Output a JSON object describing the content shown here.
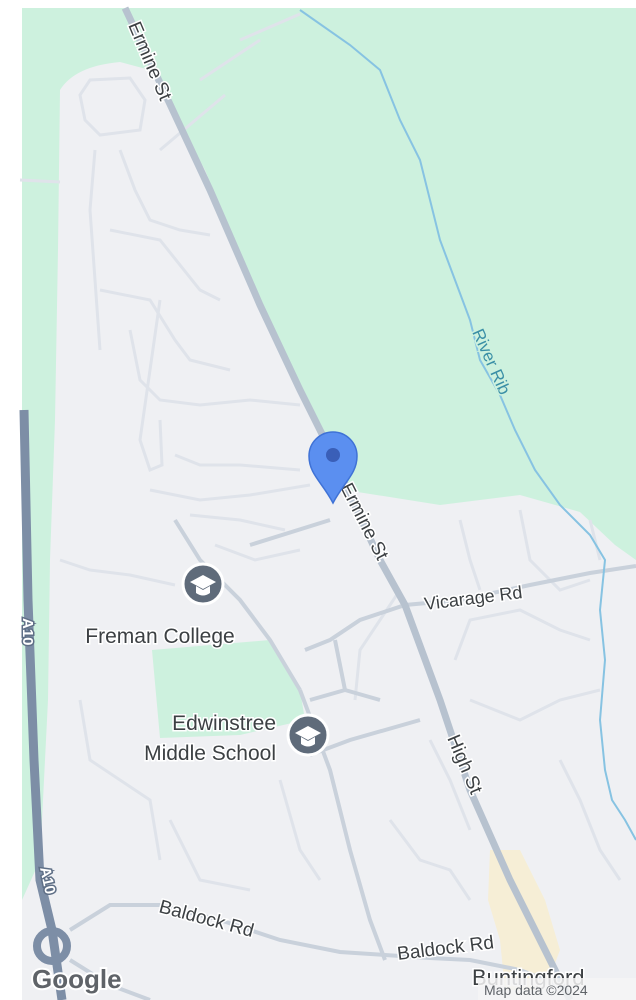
{
  "map": {
    "roads": {
      "ermine_st_north": "Ermine St",
      "ermine_st_south": "Ermine St",
      "vicarage_rd": "Vicarage Rd",
      "high_st": "High St",
      "baldock_rd_west": "Baldock Rd",
      "baldock_rd_east": "Baldock Rd",
      "a10_upper": "A10",
      "a10_lower": "A10"
    },
    "water": {
      "river": "River Rib"
    },
    "places": {
      "college": "Freman College",
      "school_line1": "Edwinstree",
      "school_line2": "Middle School",
      "town": "Buntingford"
    },
    "pin": {
      "icon": "location-pin-icon",
      "color": "#5b8ff0"
    },
    "poi_icon": "school-icon",
    "attribution": {
      "logo": "Google",
      "text": "Map data ©2024"
    },
    "colors": {
      "park": "#cdf1de",
      "urban": "#eff0f3",
      "road": "#c2ccd8",
      "major_road": "#a9b6c6",
      "highway": "#7d8ea6",
      "river": "#87c3e2",
      "label": "#3c4043",
      "river_label": "#3a8fa6",
      "poi": "#5f6b7a"
    }
  }
}
